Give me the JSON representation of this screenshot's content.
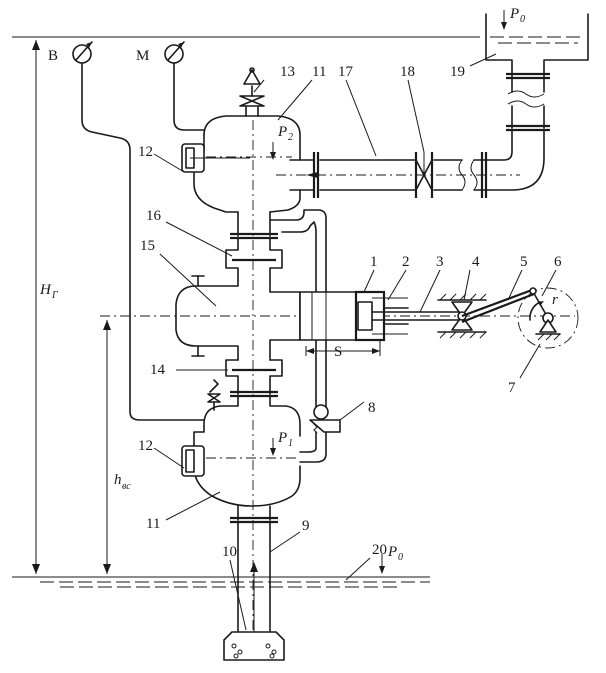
{
  "gauges": {
    "vacuum": "B",
    "manometer": "M"
  },
  "callouts": {
    "c1": "1",
    "c2": "2",
    "c3": "3",
    "c4": "4",
    "c5": "5",
    "c6": "6",
    "c7": "7",
    "c8": "8",
    "c9": "9",
    "c10": "10",
    "c11a": "11",
    "c11b": "11",
    "c12a": "12",
    "c12b": "12",
    "c13": "13",
    "c14": "14",
    "c15": "15",
    "c16": "16",
    "c17": "17",
    "c18": "18",
    "c19": "19",
    "c20": "20"
  },
  "symbols": {
    "p0_top": "P",
    "p0_top_sub": "0",
    "p0_bottom": "P",
    "p0_bottom_sub": "0",
    "p2": "P",
    "p2_sub": "2",
    "p1": "P",
    "p1_sub": "1",
    "hg": "H",
    "hg_sub": "Г",
    "hvs": "h",
    "hvs_sub": "вс",
    "stroke": "S",
    "radius": "r"
  }
}
